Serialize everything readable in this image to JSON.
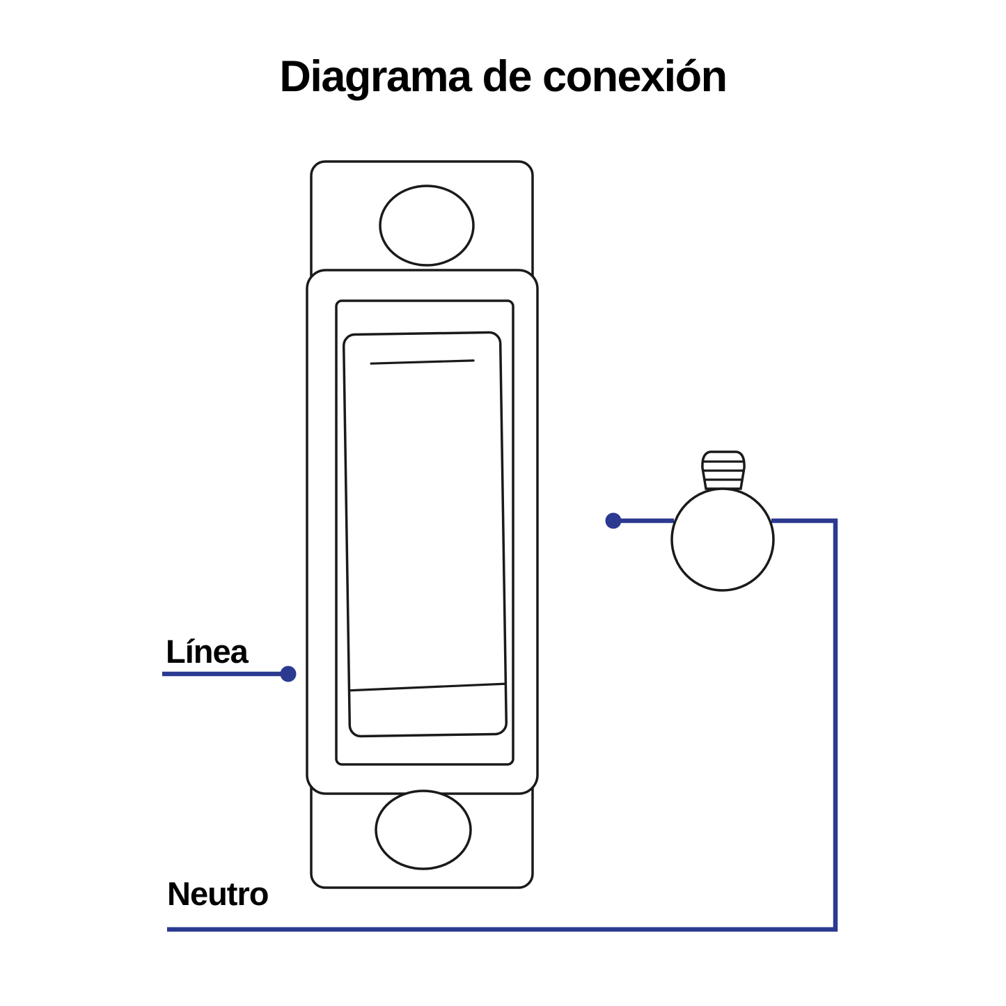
{
  "title": "Diagrama de conexión",
  "labels": {
    "linea": "Línea",
    "neutro": "Neutro"
  },
  "colors": {
    "wire": "#2b3990",
    "outline": "#1a1a1a",
    "background": "#ffffff",
    "text": "#000000"
  },
  "icons": {
    "switch": "rocker-switch-icon",
    "bulb": "light-bulb-icon",
    "terminals": "terminal-dot-icon"
  }
}
